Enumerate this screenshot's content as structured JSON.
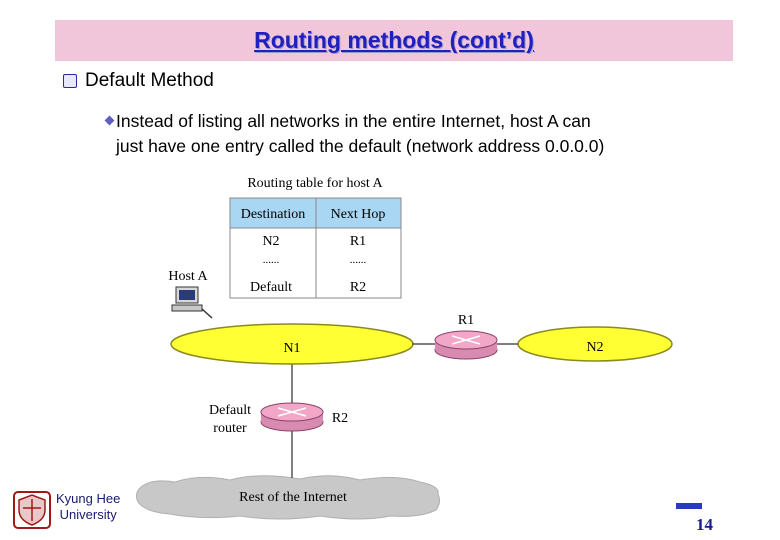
{
  "slide": {
    "title": "Routing methods (cont’d)",
    "bullet1": "Default Method",
    "bullet2_line1": "Instead of listing all networks in the entire Internet, host A  can",
    "bullet2_line2": "just have one entry called the default (network address 0.0.0.0)",
    "page_number": "14"
  },
  "footer": {
    "univ_line1": "Kyung Hee",
    "univ_line2": "University"
  },
  "diagram": {
    "table_caption": "Routing table for host A",
    "col_destination": "Destination",
    "col_next_hop": "Next Hop",
    "rows": [
      {
        "dest": "N2",
        "hop": "R1"
      },
      {
        "dest": "......",
        "hop": "......"
      },
      {
        "dest": "Default",
        "hop": "R2"
      }
    ],
    "host_label": "Host A",
    "n1_label": "N1",
    "n2_label": "N2",
    "r1_label": "R1",
    "r2_label": "R2",
    "default_router_line1": "Default",
    "default_router_line2": "router",
    "rest_label": "Rest of the Internet"
  },
  "colors": {
    "title_bar": "#f2c6da",
    "title_text": "#2020c0",
    "table_header": "#a9d6f2",
    "network": "#ffff33",
    "router": "#f2a6c8",
    "cloud": "#c8c8c8"
  }
}
